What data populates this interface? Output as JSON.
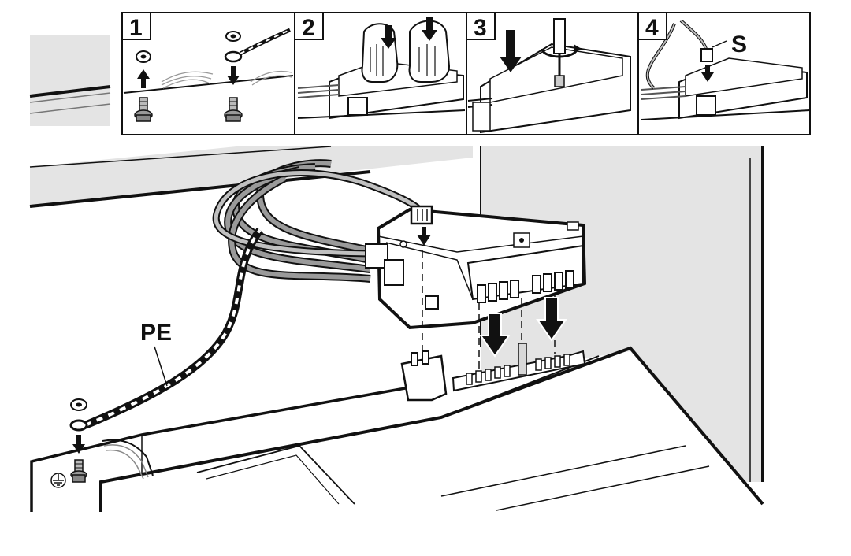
{
  "steps": [
    {
      "number": "1"
    },
    {
      "number": "2"
    },
    {
      "number": "3"
    },
    {
      "number": "4"
    }
  ],
  "labels": {
    "protective_earth": "PE",
    "connector": "S"
  },
  "colors": {
    "line": "#111111",
    "wall_grey": "#e4e4e4",
    "light_grey": "#d8d8d8",
    "cable_grey": "#9a9a9a",
    "background": "#ffffff"
  },
  "icons": [
    "ground-symbol-icon",
    "down-arrow-icon",
    "up-arrow-icon",
    "screwdriver-icon",
    "hand-icon"
  ]
}
